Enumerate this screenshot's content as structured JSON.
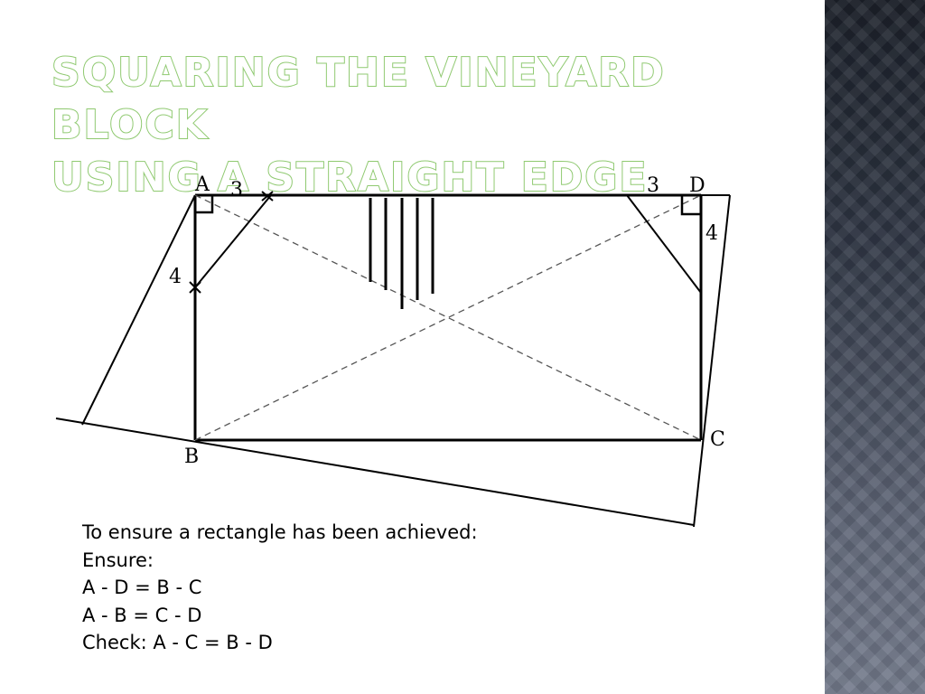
{
  "slide": {
    "title_line1": "Squaring the vineyard block",
    "title_line2": "using a straight edge"
  },
  "diagram": {
    "corner_labels": [
      "A",
      "B",
      "C",
      "D"
    ],
    "measure_labels": {
      "a_side_3": "3",
      "a_side_4": "4",
      "d_side_3": "3",
      "d_side_4": "4"
    }
  },
  "notes": {
    "line1": "To ensure a rectangle has been achieved:",
    "line2": "Ensure:",
    "line3": "A - D = B - C",
    "line4": "A - B = C - D",
    "line5": "Check: A - C = B - D"
  },
  "colors": {
    "title_outline": "#8fc970",
    "side_panel": "#3a4150"
  }
}
